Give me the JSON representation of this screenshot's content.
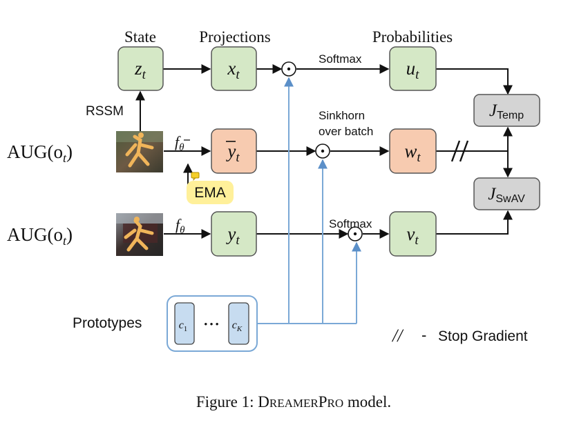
{
  "headers": {
    "state": "State",
    "projections": "Projections",
    "probabilities": "Probabilities"
  },
  "nodes": {
    "z": {
      "letter": "z",
      "sub": "t"
    },
    "x": {
      "letter": "x",
      "sub": "t"
    },
    "u": {
      "letter": "u",
      "sub": "t"
    },
    "ybar": {
      "letter": "y",
      "sub": "t"
    },
    "w": {
      "letter": "w",
      "sub": "t"
    },
    "y": {
      "letter": "y",
      "sub": "t"
    },
    "v": {
      "letter": "v",
      "sub": "t"
    },
    "jtemp": {
      "letter": "J",
      "sub": "Temp"
    },
    "jswav": {
      "letter": "J",
      "sub": "SwAV"
    }
  },
  "labels": {
    "rssm": "RSSM",
    "aug_top": "AUG(o",
    "aug_bottom": "AUG(o",
    "aug_sub": "t",
    "aug_close": ")",
    "f_bar": "f",
    "f_bar_sub": "θ",
    "f": "f",
    "f_sub": "θ",
    "ema": "EMA",
    "softmax_top": "Softmax",
    "sinkhorn_1": "Sinkhorn",
    "sinkhorn_2": "over batch",
    "softmax_bottom": "Softmax",
    "dot": "⊙",
    "prototypes": "Prototypes",
    "c1": "c",
    "c1_sub": "1",
    "cK": "c",
    "cK_sub": "K",
    "ellipsis": "• • •",
    "stopgrad_mark": "//",
    "stopgrad_dash": "-",
    "stopgrad_text": "Stop Gradient"
  },
  "caption": {
    "prefix": "Figure 1: D",
    "sc1": "REAMER",
    "mid": "P",
    "sc2": "RO",
    "suffix": " model."
  },
  "colors": {
    "green": "#d5e8c6",
    "orange": "#f7cbb0",
    "gray": "#d4d4d4",
    "blue_box": "#c7dcf0",
    "blue_line": "#7aa8d6",
    "ema_highlight": "#fff09a"
  }
}
